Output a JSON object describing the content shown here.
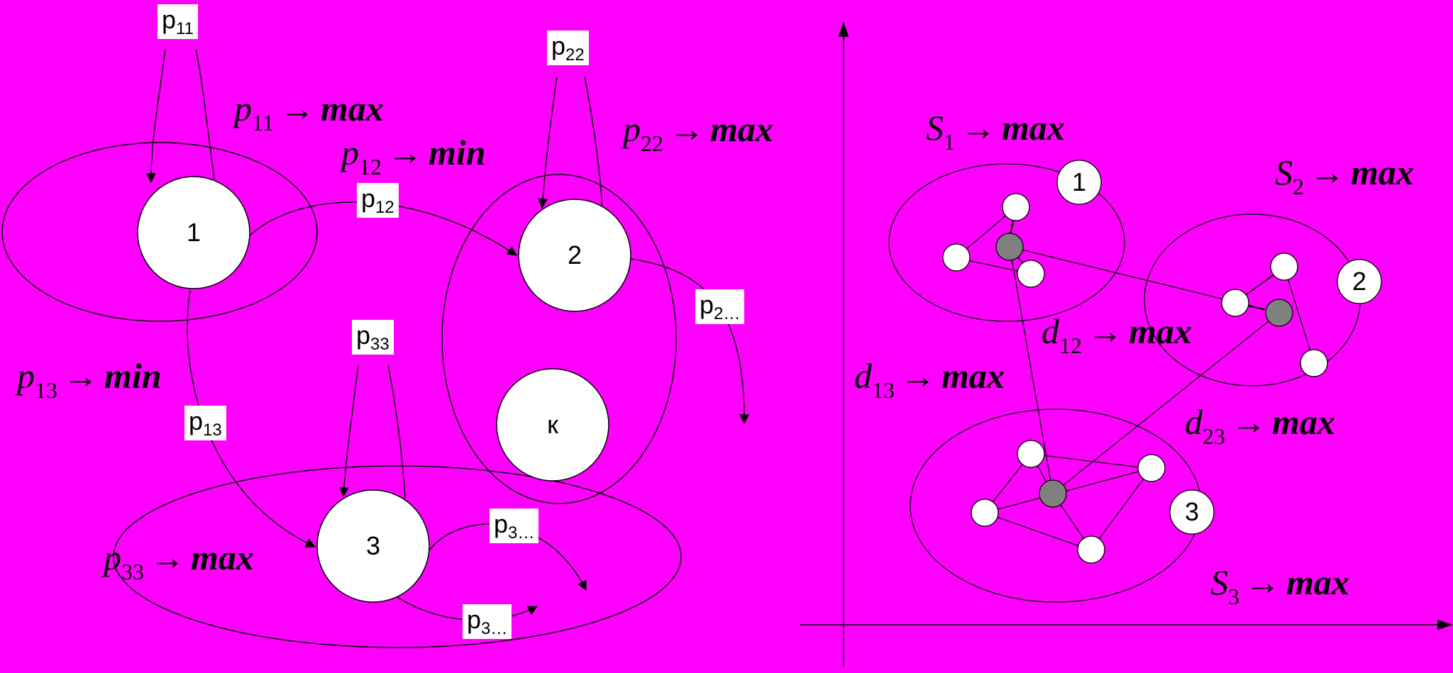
{
  "colors": {
    "background": "#ff00ff",
    "node_fill": "#ffffff",
    "center_fill": "#808080",
    "ink": "#000000"
  },
  "left": {
    "nodes": [
      {
        "id": "1",
        "label": "1"
      },
      {
        "id": "2",
        "label": "2"
      },
      {
        "id": "k",
        "label": "к"
      },
      {
        "id": "3",
        "label": "3"
      }
    ],
    "boxes": {
      "p11": {
        "main": "p",
        "sub": "11"
      },
      "p12": {
        "main": "p",
        "sub": "12"
      },
      "p22": {
        "main": "p",
        "sub": "22"
      },
      "p2x": {
        "main": "p",
        "sub": "2…"
      },
      "p33": {
        "main": "p",
        "sub": "33"
      },
      "p13": {
        "main": "p",
        "sub": "13"
      },
      "p3xa": {
        "main": "p",
        "sub": "3…"
      },
      "p3xb": {
        "main": "p",
        "sub": "3…"
      }
    },
    "formulas": {
      "p11": {
        "var": "p",
        "sub": "11",
        "arrow": "→",
        "op": "max"
      },
      "p12": {
        "var": "p",
        "sub": "12",
        "arrow": "→",
        "op": "min"
      },
      "p22": {
        "var": "p",
        "sub": "22",
        "arrow": "→",
        "op": "max"
      },
      "p13": {
        "var": "p",
        "sub": "13",
        "arrow": "→",
        "op": "min"
      },
      "p33": {
        "var": "p",
        "sub": "33",
        "arrow": "→",
        "op": "max"
      }
    }
  },
  "right": {
    "cluster_labels": [
      "1",
      "2",
      "3"
    ],
    "formulas": {
      "s1": {
        "var": "S",
        "sub": "1",
        "arrow": "→",
        "op": "max"
      },
      "s2": {
        "var": "S",
        "sub": "2",
        "arrow": "→",
        "op": "max"
      },
      "s3": {
        "var": "S",
        "sub": "3",
        "arrow": "→",
        "op": "max"
      },
      "d12": {
        "var": "d",
        "sub": "12",
        "arrow": "→",
        "op": "max"
      },
      "d13": {
        "var": "d",
        "sub": "13",
        "arrow": "→",
        "op": "max"
      },
      "d23": {
        "var": "d",
        "sub": "23",
        "arrow": "→",
        "op": "max"
      }
    }
  }
}
